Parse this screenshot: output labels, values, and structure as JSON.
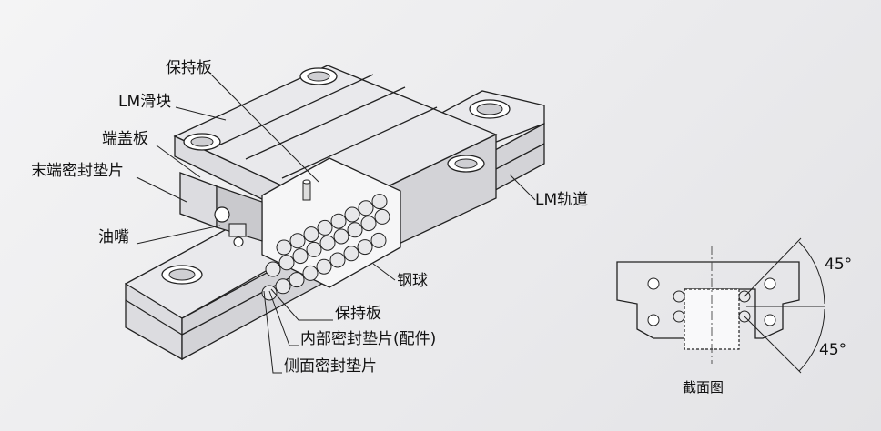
{
  "labels": {
    "retainer_top": "保持板",
    "lm_block": "LM滑块",
    "end_plate": "端盖板",
    "end_seal": "末端密封垫片",
    "grease_nipple": "油嘴",
    "lm_rail": "LM轨道",
    "ball": "钢球",
    "retainer_bottom": "保持板",
    "inner_seal": "内部密封垫片(配件)",
    "side_seal": "侧面密封垫片"
  },
  "section": {
    "caption": "截面图",
    "angle_top": "45°",
    "angle_bottom": "45°"
  }
}
